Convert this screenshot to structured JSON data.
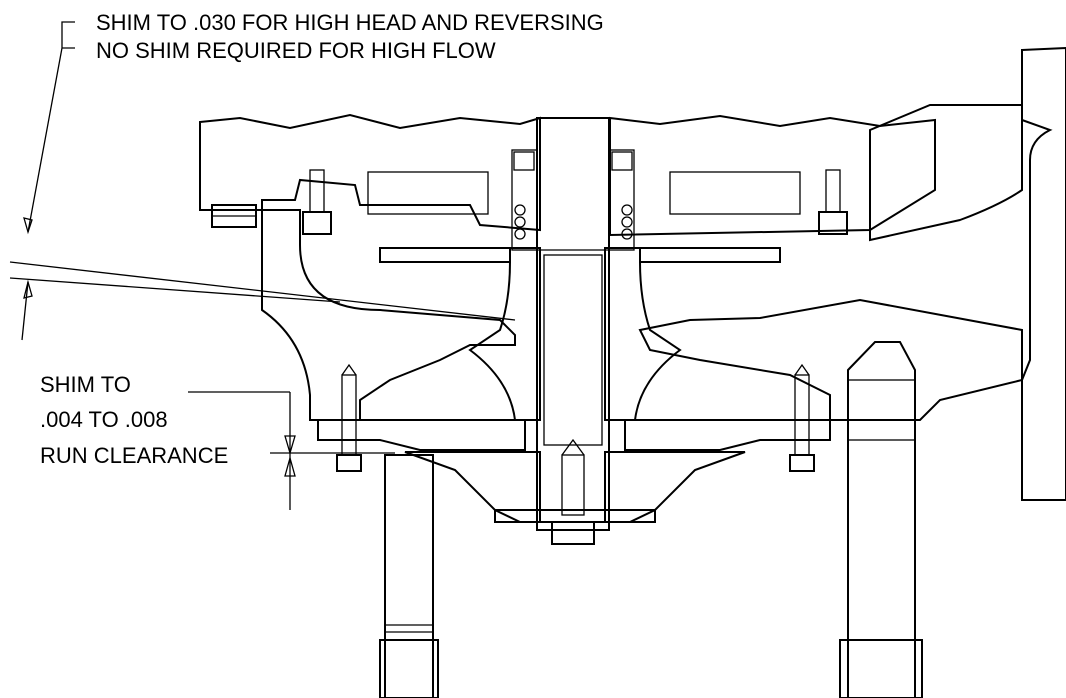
{
  "notes": {
    "shim_line1": "SHIM TO .030 FOR HIGH HEAD AND REVERSING",
    "shim_line2": "NO SHIM REQUIRED FOR HIGH FLOW",
    "run_line1": "SHIM TO",
    "run_line2": ".004 TO .008",
    "run_line3": "RUN CLEARANCE"
  },
  "colors": {
    "ink": "#000000",
    "paper": "#ffffff"
  }
}
